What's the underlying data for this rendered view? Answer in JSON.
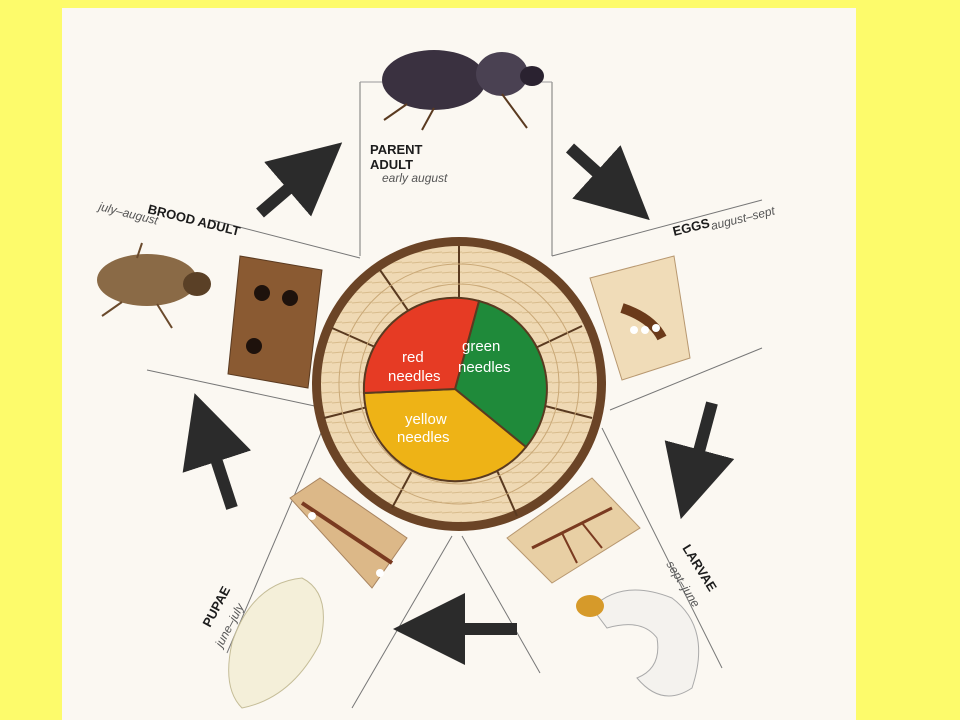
{
  "colors": {
    "page_background": "#fdfb6b",
    "canvas": "#fbf8f2",
    "red_needles": "#e63b24",
    "green_needles": "#1f8a3a",
    "yellow_needles": "#eeb316",
    "arrow": "#2b2b2b",
    "wood": "#efd9b4",
    "bark": "#6b4426"
  },
  "stages": {
    "parent_adult": {
      "title_line1": "PARENT",
      "title_line2": "ADULT",
      "period": "early august",
      "icon": "bark-beetle-icon"
    },
    "eggs": {
      "title": "EGGS",
      "period": "august–sept",
      "icon": "egg-gallery-icon"
    },
    "larvae": {
      "title": "LARVAE",
      "period": "sept–june",
      "icon": "grub-larva-icon"
    },
    "pupae": {
      "title": "PUPAE",
      "period": "june–july",
      "icon": "pupa-icon"
    },
    "brood_adult": {
      "title": "BROOD ADULT",
      "period": "july–august",
      "icon": "brood-beetle-icon"
    }
  },
  "center": {
    "red_label_line1": "red",
    "red_label_line2": "needles",
    "green_label_line1": "green",
    "green_label_line2": "needles",
    "yellow_label_line1": "yellow",
    "yellow_label_line2": "needles"
  }
}
